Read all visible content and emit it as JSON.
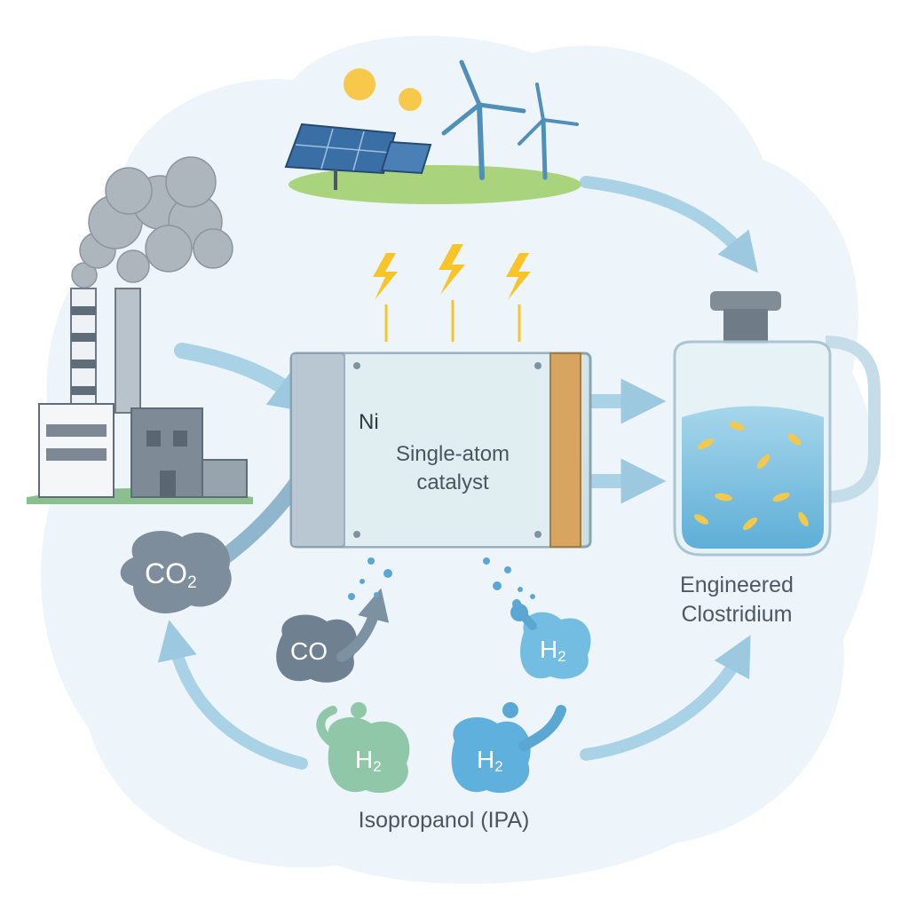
{
  "catalyst": {
    "element": "Ni",
    "description": "Single-atom catalyst"
  },
  "organism": "Engineered Clostridium",
  "product": "Isopropanol (IPA)",
  "molecules": {
    "co2": {
      "base": "CO",
      "sub": "2"
    },
    "co": {
      "base": "CO"
    },
    "h2_right": {
      "base": "H",
      "sub": "2"
    },
    "h2_green": {
      "base": "H",
      "sub": "2"
    },
    "h2_blue": {
      "base": "H",
      "sub": "2"
    }
  },
  "icons": [
    "factory-icon",
    "smoke-icon",
    "solar-panel-icon",
    "wind-turbine-icon",
    "sun-icon",
    "lightning-bolt-icon",
    "bioreactor-jar-icon",
    "electrolyzer-cell-icon"
  ],
  "colors": {
    "arrow": "#a9d2e6",
    "co2_bubble": "#7d8d9c",
    "co_bubble": "#6f8191",
    "h2_blue": "#62b2dc",
    "h2_green": "#8fc7a8",
    "bolt": "#f7c52a",
    "electrode": "#d8a560",
    "background_cloud": "#eef5fa"
  }
}
